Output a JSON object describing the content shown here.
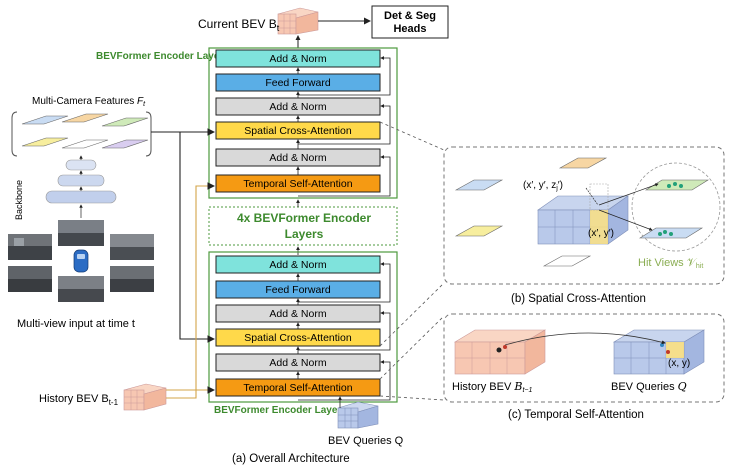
{
  "top": {
    "current_bev_label": "Current BEV B",
    "current_bev_sub": "t",
    "heads_line1": "Det & Seg",
    "heads_line2": "Heads"
  },
  "encoder": {
    "layer_title": "BEVFormer Encoder Layer",
    "add_norm": "Add & Norm",
    "feed_forward": "Feed Forward",
    "spatial_cross_attention": "Spatial Cross-Attention",
    "temporal_self_attention": "Temporal Self-Attention",
    "repeat_line1": "4x BEVFormer Encoder",
    "repeat_line2": "Layers"
  },
  "left": {
    "multi_camera_features": "Multi-Camera Features",
    "multi_camera_symbol": "F",
    "multi_camera_sub": "t",
    "backbone": "Backbone",
    "multi_view_input": "Multi-view input at time t",
    "history_bev_label": "History BEV B",
    "history_bev_sub": "t-1"
  },
  "bottom": {
    "bev_queries": "BEV Queries Q",
    "caption": "(a) Overall Architecture"
  },
  "panel_b": {
    "point_3d": "(x′, y′, z",
    "point_3d_sub": "j",
    "point_3d_end": "′)",
    "point_2d": "(x′, y′)",
    "hit_views": "Hit Views",
    "hit_views_symbol": "𝒱",
    "hit_views_sub": "hit",
    "caption": "(b) Spatial Cross-Attention"
  },
  "panel_c": {
    "history_bev": "History BEV",
    "history_symbol": "B",
    "history_sub": "t−1",
    "bev_queries": "BEV Queries",
    "queries_symbol": "Q",
    "point": "(x, y)",
    "caption": "(c) Temporal Self-Attention"
  },
  "colors": {
    "add_norm": "#d9d9d9",
    "feed_forward": "#5aaee6",
    "add_norm_top": "#7fe3dc",
    "spatial": "#ffd94a",
    "temporal": "#f59a13",
    "encoder_border": "#4e9a3e",
    "bev_red": "#f7c7b2",
    "bev_blue": "#b9c9ea",
    "hit_green": "#8aad52"
  }
}
